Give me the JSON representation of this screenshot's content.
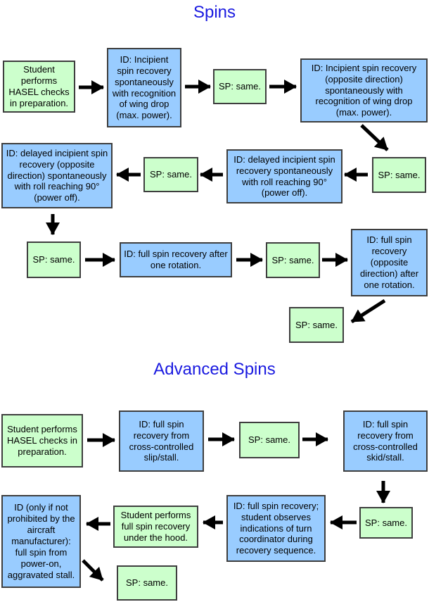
{
  "page": {
    "background": "#ffffff"
  },
  "colors": {
    "title_text": "#1a1ae0",
    "green_box_fill": "#ccffcc",
    "blue_box_fill": "#99ccff",
    "box_border": "#3e3e3e",
    "arrow": "#000000",
    "box_text": "#000000"
  },
  "sections": [
    {
      "title": "Spins",
      "boxes": [
        {
          "id": "hasel-checks",
          "type": "green",
          "text": "Student performs HASEL checks in preparation."
        },
        {
          "id": "incipient-spin-recovery",
          "type": "blue",
          "text": "ID: Incipient spin recovery spontaneously with recognition of wing drop (max. power)."
        },
        {
          "id": "sp-same-1",
          "type": "green",
          "text": "SP: same."
        },
        {
          "id": "incipient-spin-recovery-opposite",
          "type": "blue",
          "text": "ID: Incipient spin recovery (opposite direction) spontaneously with recognition of wing drop (max. power)."
        },
        {
          "id": "sp-same-2",
          "type": "green",
          "text": "SP: same."
        },
        {
          "id": "delayed-incipient-spin-recovery",
          "type": "blue",
          "text": "ID: delayed incipient spin recovery spontaneously with roll reaching 90° (power off)."
        },
        {
          "id": "sp-same-3",
          "type": "green",
          "text": "SP: same."
        },
        {
          "id": "delayed-incipient-spin-recovery-opposite",
          "type": "blue",
          "text": "ID: delayed incipient spin recovery (opposite direction) spontaneously with roll reaching 90° (power off)."
        },
        {
          "id": "sp-same-4",
          "type": "green",
          "text": "SP: same."
        },
        {
          "id": "full-spin-recovery-one-rotation",
          "type": "blue",
          "text": "ID: full spin recovery after one rotation."
        },
        {
          "id": "sp-same-5",
          "type": "green",
          "text": "SP: same."
        },
        {
          "id": "full-spin-recovery-opposite",
          "type": "blue",
          "text": "ID: full spin recovery (opposite direction) after one rotation."
        },
        {
          "id": "sp-same-6",
          "type": "green",
          "text": "SP: same."
        }
      ]
    },
    {
      "title": "Advanced Spins",
      "boxes": [
        {
          "id": "hasel-checks-advanced",
          "type": "green",
          "text": "Student performs HASEL checks in preparation."
        },
        {
          "id": "full-spin-slip-stall",
          "type": "blue",
          "text": "ID: full spin recovery from cross-controlled slip/stall."
        },
        {
          "id": "sp-same-7",
          "type": "green",
          "text": "SP: same."
        },
        {
          "id": "full-spin-skid-stall",
          "type": "blue",
          "text": "ID: full spin recovery from cross-controlled skid/stall."
        },
        {
          "id": "sp-same-8",
          "type": "green",
          "text": "SP: same."
        },
        {
          "id": "turn-coordinator-recovery",
          "type": "blue",
          "text": "ID: full spin recovery; student observes indications of turn coordinator during recovery sequence."
        },
        {
          "id": "under-the-hood",
          "type": "green",
          "text": "Student performs full spin recovery under the hood."
        },
        {
          "id": "power-on-aggravated-stall",
          "type": "blue",
          "text": "ID (only if not prohibited by the aircraft manufacturer): full spin from power-on, aggravated stall."
        },
        {
          "id": "sp-same-9",
          "type": "green",
          "text": "SP: same."
        }
      ]
    }
  ]
}
